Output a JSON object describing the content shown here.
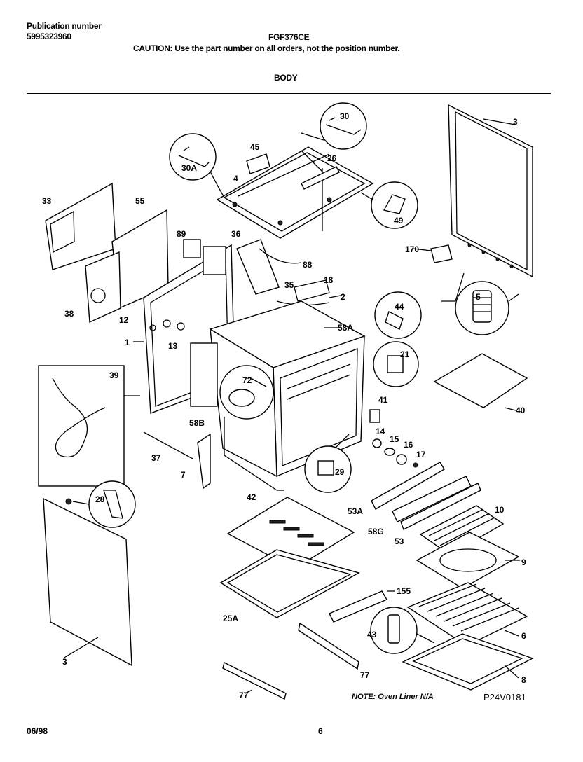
{
  "header": {
    "pub_label": "Publication number",
    "pub_number": "5995323960",
    "model": "FGF376CE",
    "caution": "CAUTION:  Use the part number on all orders, not the position number.",
    "section": "BODY"
  },
  "callouts": [
    "3",
    "30",
    "45",
    "26",
    "30A",
    "4",
    "49",
    "33",
    "55",
    "89",
    "36",
    "88",
    "170",
    "18",
    "35",
    "2",
    "5",
    "38",
    "44",
    "12",
    "58A",
    "1",
    "13",
    "21",
    "39",
    "72",
    "41",
    "40",
    "58B",
    "14",
    "15",
    "16",
    "17",
    "37",
    "7",
    "29",
    "53A",
    "28",
    "42",
    "10",
    "58G",
    "53",
    "9",
    "155",
    "25A",
    "43",
    "6",
    "3",
    "77",
    "8",
    "77"
  ],
  "footer": {
    "note": "NOTE: Oven Liner N/A",
    "diagram_code": "P24V0181",
    "date": "06/98",
    "page": "6"
  }
}
